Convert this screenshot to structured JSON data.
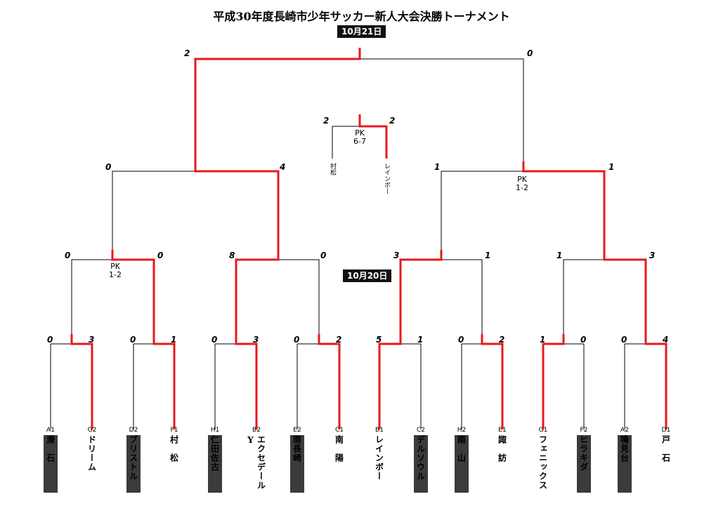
{
  "title": "平成30年度長崎市少年サッカー新人大会決勝トーナメント",
  "dates": {
    "final_day": "10月21日",
    "first_day": "10月20日"
  },
  "colors": {
    "winner_line": "#e8191c",
    "loser_line": "#000000",
    "dark_cell": "#3b3b3b"
  },
  "teams": [
    {
      "code": "A1",
      "name": "滑　石"
    },
    {
      "code": "G2",
      "name": "ドリーム"
    },
    {
      "code": "D2",
      "name": "ブリストル"
    },
    {
      "code": "F1",
      "name": "村　松"
    },
    {
      "code": "H1",
      "name": "仁田佐古"
    },
    {
      "code": "B2",
      "name": "エクセデールY"
    },
    {
      "code": "E2",
      "name": "南長崎"
    },
    {
      "code": "C1",
      "name": "南　陽"
    },
    {
      "code": "B1",
      "name": "レインボー"
    },
    {
      "code": "C2",
      "name": "デルソウル"
    },
    {
      "code": "H2",
      "name": "南　山"
    },
    {
      "code": "E1",
      "name": "諏　訪"
    },
    {
      "code": "G1",
      "name": "フェニックス"
    },
    {
      "code": "F2",
      "name": "ヒラキダ"
    },
    {
      "code": "A2",
      "name": "鳴見台"
    },
    {
      "code": "D1",
      "name": "戸　石"
    }
  ],
  "round1_scores": [
    "0",
    "3",
    "0",
    "1",
    "0",
    "3",
    "0",
    "2",
    "5",
    "1",
    "0",
    "2",
    "1",
    "0",
    "0",
    "4"
  ],
  "round2_scores": [
    "0",
    "0",
    "8",
    "0",
    "3",
    "1",
    "1",
    "3"
  ],
  "round2_pk": [
    {
      "label": "PK",
      "score": "1-2"
    }
  ],
  "semi_scores": [
    "0",
    "4",
    "1",
    "1"
  ],
  "semi_pk": [
    {
      "label": "PK",
      "score": "1-2"
    }
  ],
  "third_place": {
    "scores": [
      "2",
      "2"
    ],
    "pk_label": "PK",
    "pk_score": "6-7",
    "teams": [
      "村松",
      "レインボー"
    ]
  },
  "final_scores": [
    "2",
    "0"
  ]
}
